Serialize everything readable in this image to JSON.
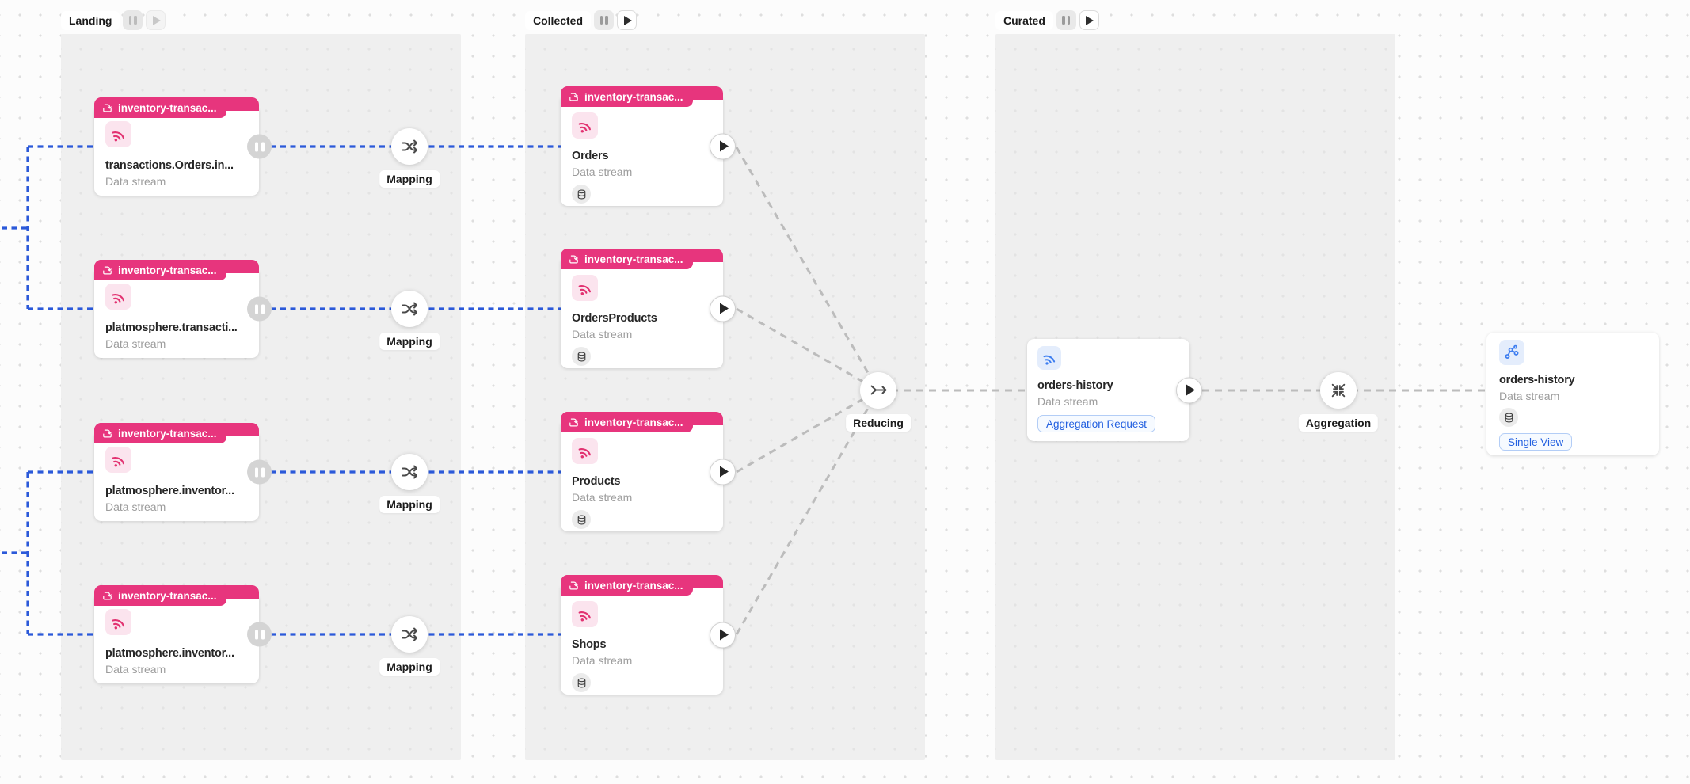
{
  "lanes": [
    {
      "label": "Landing"
    },
    {
      "label": "Collected"
    },
    {
      "label": "Curated"
    }
  ],
  "landing_cards": [
    {
      "tag": "inventory-transac...",
      "title": "transactions.Orders.in...",
      "subtitle": "Data stream"
    },
    {
      "tag": "inventory-transac...",
      "title": "platmosphere.transacti...",
      "subtitle": "Data stream"
    },
    {
      "tag": "inventory-transac...",
      "title": "platmosphere.inventor...",
      "subtitle": "Data stream"
    },
    {
      "tag": "inventory-transac...",
      "title": "platmosphere.inventor...",
      "subtitle": "Data stream"
    }
  ],
  "collected_cards": [
    {
      "tag": "inventory-transac...",
      "title": "Orders",
      "subtitle": "Data stream"
    },
    {
      "tag": "inventory-transac...",
      "title": "OrdersProducts",
      "subtitle": "Data stream"
    },
    {
      "tag": "inventory-transac...",
      "title": "Products",
      "subtitle": "Data stream"
    },
    {
      "tag": "inventory-transac...",
      "title": "Shops",
      "subtitle": "Data stream"
    }
  ],
  "curated_card": {
    "title": "orders-history",
    "subtitle": "Data stream",
    "badge": "Aggregation Request"
  },
  "output_card": {
    "title": "orders-history",
    "subtitle": "Data stream",
    "badge": "Single View"
  },
  "nodes": {
    "mapping": "Mapping",
    "reducing": "Reducing",
    "aggregation": "Aggregation"
  },
  "icons": {
    "topic-tag": "ingest-tray-arrow",
    "stream": "rss-waves",
    "storage": "database-cylinder",
    "mapping": "shuffle-arrows",
    "reducing": "merge-arrow",
    "aggregation": "compress-arrows",
    "output": "graph-nodes"
  },
  "colors": {
    "accent_pink": "#e7357d",
    "pink_icon_bg": "#fbe4ee",
    "accent_blue": "#3e7ef0",
    "blue_icon_bg": "#e4edfc",
    "edge_blue": "#2b59d9",
    "edge_gray": "#bcbcbc",
    "badge_blue": "#2360e0",
    "lane_bg": "#efefef",
    "canvas_bg": "#fcfcfc"
  }
}
